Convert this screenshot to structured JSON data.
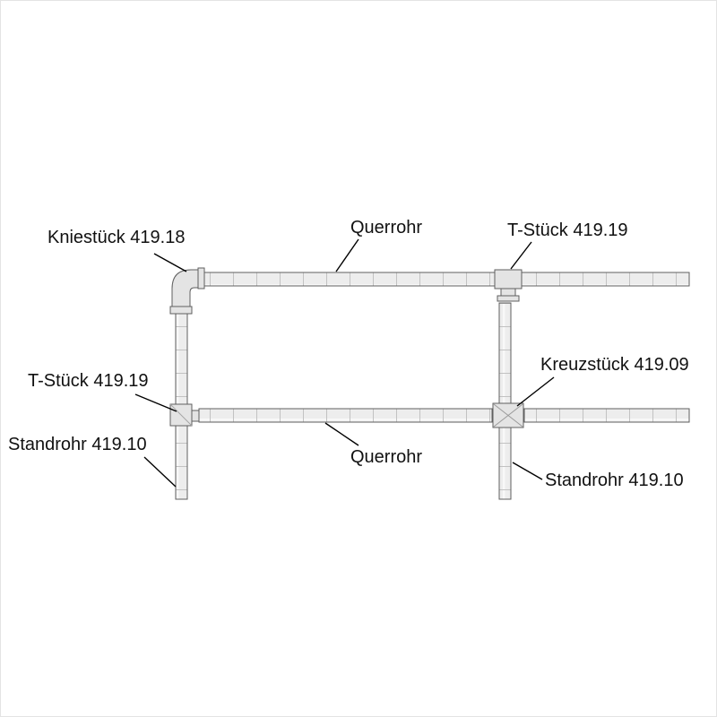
{
  "diagram": {
    "labels": {
      "kniestueck": "Kniestück 419.18",
      "querrohr_top": "Querrohr",
      "t_stueck_top": "T-Stück 419.19",
      "t_stueck_left": "T-Stück 419.19",
      "standrohr_left": "Standrohr 419.10",
      "kreuzstueck": "Kreuzstück 419.09",
      "querrohr_mid": "Querrohr",
      "standrohr_right": "Standrohr 419.10"
    },
    "parts": [
      {
        "name": "Kniestück",
        "article_no": "419.18"
      },
      {
        "name": "Querrohr",
        "article_no": ""
      },
      {
        "name": "T-Stück",
        "article_no": "419.19"
      },
      {
        "name": "Kreuzstück",
        "article_no": "419.09"
      },
      {
        "name": "Standrohr",
        "article_no": "419.10"
      }
    ],
    "colors": {
      "background": "#ffffff",
      "pipe_fill": "#ededed",
      "fitting_fill": "#e4e4e4",
      "pipe_stroke": "#5f5f5f",
      "tick": "#c2c2c2",
      "leader_line": "#000000",
      "label_text": "#111111"
    }
  }
}
